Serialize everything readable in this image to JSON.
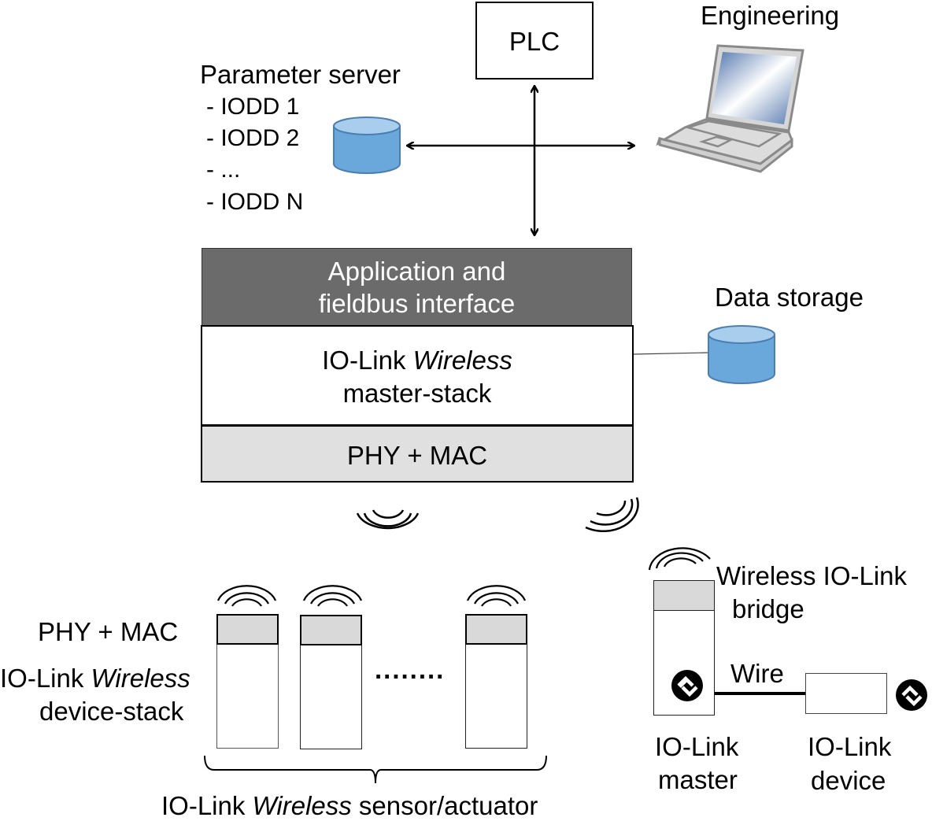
{
  "top": {
    "plc_label": "PLC",
    "engineering_label": "Engineering",
    "parameter_server": {
      "title": "Parameter server",
      "items": [
        "- IODD 1",
        "- IODD 2",
        "- ...",
        "- IODD N"
      ]
    }
  },
  "master_stack": {
    "app_layer_line1": "Application and",
    "app_layer_line2": "fieldbus interface",
    "stack_prefix": "IO-Link ",
    "stack_italic": "Wireless",
    "stack_line2": "master-stack",
    "phy_mac": "PHY + MAC",
    "data_storage_label": "Data storage"
  },
  "devices": {
    "phy_mac_label": "PHY + MAC",
    "stack_label_prefix": "IO-Link ",
    "stack_label_italic": "Wireless",
    "stack_label_line2": "device-stack",
    "ellipsis": "........",
    "group_prefix": "IO-Link ",
    "group_italic": "Wireless",
    "group_suffix": " sensor/actuator"
  },
  "bridge": {
    "title_line1": "Wireless IO-Link",
    "title_line2": "bridge",
    "wire_label": "Wire",
    "master_line1": "IO-Link",
    "master_line2": "master",
    "device_line1": "IO-Link",
    "device_line2": "device"
  },
  "colors": {
    "app_layer": "#6b6b6b",
    "phy_layer": "#e0e0e0",
    "device_phy": "#d9d9d9",
    "database_fill": "#6aa8dc",
    "database_top": "#a9cdec",
    "database_stroke": "#4a7eb0"
  }
}
